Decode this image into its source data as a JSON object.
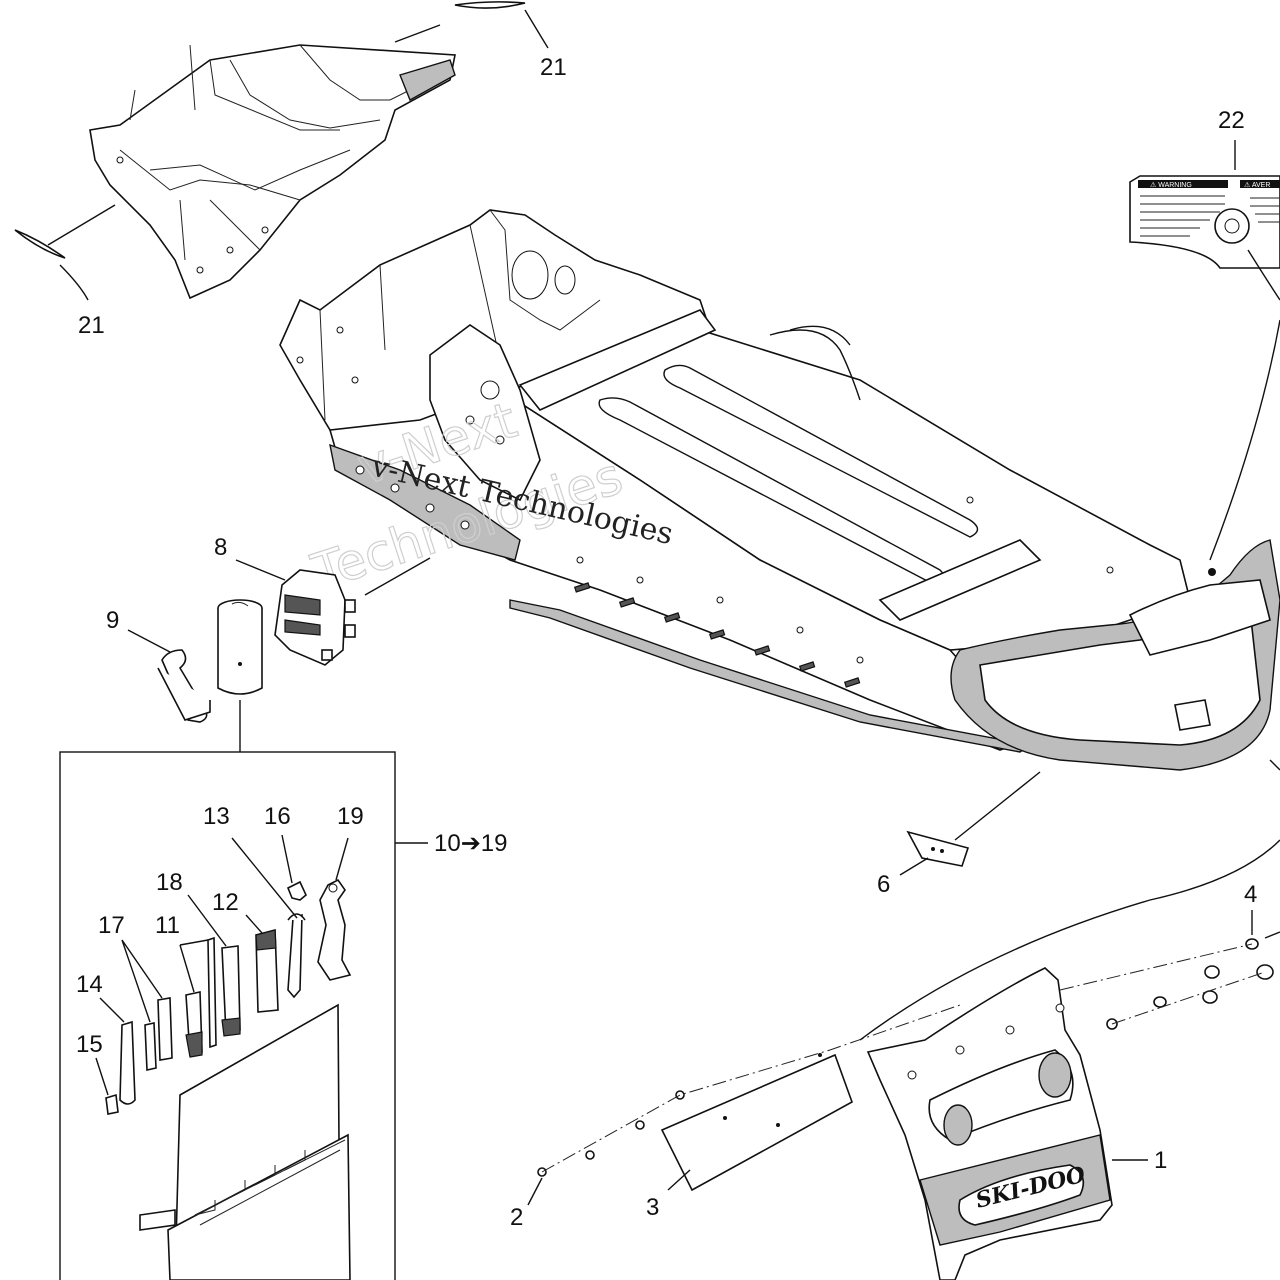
{
  "callouts": {
    "c1": "1",
    "c2": "2",
    "c3": "3",
    "c4": "4",
    "c6": "6",
    "c8": "8",
    "c9": "9",
    "c10_19": "10➔19",
    "c11": "11",
    "c12": "12",
    "c13": "13",
    "c14": "14",
    "c15": "15",
    "c16": "16",
    "c17": "17",
    "c18": "18",
    "c19": "19",
    "c21_top": "21",
    "c21_left": "21",
    "c22": "22"
  },
  "watermark": {
    "line1": "v-Next Technologies",
    "ghost_a": "v-Next",
    "ghost_b": "Technologies"
  },
  "logo_text": "SKI-DOO",
  "decal_lines": {
    "left_heading": "⚠ WARNING",
    "right_heading": "⚠ AVER"
  }
}
